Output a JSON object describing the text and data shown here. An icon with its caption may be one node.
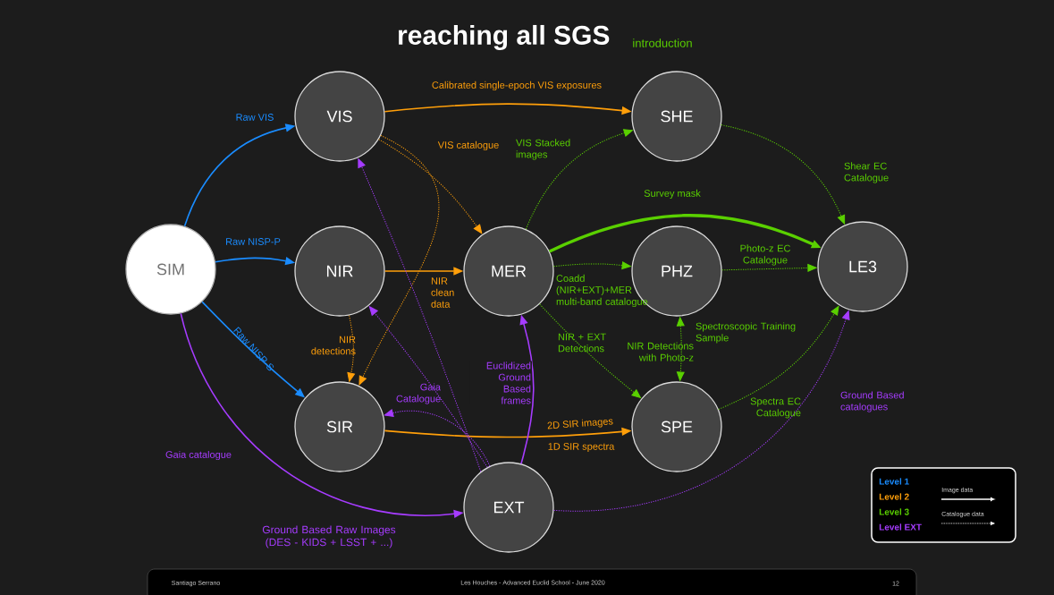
{
  "diagram": {
    "title": "reaching all SGS",
    "nodes": [
      {
        "text": [
          "SIM"
        ]
      },
      {
        "text": [
          "VIS"
        ]
      },
      {
        "text": [
          "NIR"
        ]
      },
      {
        "text": [
          "SIR"
        ]
      },
      {
        "text": [
          "MER"
        ]
      },
      {
        "text": [
          "SHE"
        ]
      },
      {
        "text": [
          "PHZ"
        ]
      },
      {
        "text": [
          "SPE"
        ]
      },
      {
        "text": [
          "LE3"
        ]
      },
      {
        "text": [
          "EXT"
        ]
      }
    ],
    "edges": [
      {
        "from": 0,
        "to": 1,
        "arrow": "to",
        "label": "Raw VIS",
        "color": "#1a8cff"
      },
      {
        "from": 0,
        "to": 2,
        "arrow": "to",
        "label": "Raw NISP-P",
        "color": "#1a8cff"
      },
      {
        "from": 0,
        "to": 3,
        "arrow": "to",
        "label": "Raw NISP-S",
        "color": "#1a8cff"
      },
      {
        "from": 0,
        "to": 9,
        "arrow": "to",
        "label": "Gaia catalogue",
        "color": "#a63cff"
      },
      {
        "from": 1,
        "to": 5,
        "arrow": "to",
        "label": "Calibrated single-epoch VIS exposures",
        "color": "#ff9f0a"
      },
      {
        "from": 1,
        "to": 4,
        "arrow": "to",
        "label": "VIS catalogue",
        "style": "dashed",
        "color": "#ff9f0a"
      },
      {
        "from": 1,
        "to": 3,
        "arrow": "to",
        "style": "dashed",
        "color": "#ff9f0a"
      },
      {
        "from": 2,
        "to": 4,
        "arrow": "to",
        "label": "NIR clean data",
        "color": "#ff9f0a"
      },
      {
        "from": 2,
        "to": 3,
        "arrow": "to",
        "label": "NIR detections",
        "style": "dashed",
        "color": "#ff9f0a"
      },
      {
        "from": 4,
        "to": 5,
        "arrow": "to",
        "label": "VIS Stacked images",
        "style": "dashed",
        "color": "#5ad000"
      },
      {
        "from": 4,
        "to": 8,
        "arrow": "to",
        "label": "Survey mask",
        "style": "thick",
        "color": "#5ad000"
      },
      {
        "from": 4,
        "to": 6,
        "arrow": "to",
        "label": "Coadd (NIR+EXT)+MER multi-band catalogue",
        "style": "dashed",
        "color": "#5ad000"
      },
      {
        "from": 4,
        "to": 7,
        "arrow": "to",
        "label": "NIR + EXT Detections",
        "style": "dashed",
        "color": "#5ad000"
      },
      {
        "from": 5,
        "to": 8,
        "arrow": "to",
        "label": "Shear EC Catalogue",
        "style": "dashed",
        "color": "#5ad000"
      },
      {
        "from": 6,
        "to": 8,
        "arrow": "to",
        "label": "Photo-z EC Catalogue",
        "style": "dashed",
        "color": "#5ad000"
      },
      {
        "from": 6,
        "to": 7,
        "arrow": "both",
        "label": "Spectroscopic Training Sample",
        "style": "dashed",
        "color": "#5ad000"
      },
      {
        "from": 7,
        "to": 8,
        "arrow": "to",
        "label": "Spectra EC Catalogue",
        "style": "dashed",
        "color": "#5ad000"
      },
      {
        "from": 3,
        "to": 7,
        "arrow": "to",
        "label": "2D SIR images",
        "color": "#ff9f0a"
      },
      {
        "from": 9,
        "to": 1,
        "arrow": "to",
        "style": "dashed",
        "color": "#a63cff"
      },
      {
        "from": 9,
        "to": 2,
        "arrow": "to",
        "style": "dashed",
        "color": "#a63cff"
      },
      {
        "from": 9,
        "to": 3,
        "arrow": "to",
        "label": "Gaia Catalogue",
        "style": "dashed",
        "color": "#a63cff"
      },
      {
        "from": 9,
        "to": 4,
        "arrow": "to",
        "label": "Euclidized Ground Based frames",
        "color": "#a63cff"
      },
      {
        "from": 9,
        "to": 8,
        "arrow": "to",
        "label": "Ground Based catalogues",
        "style": "dashed",
        "color": "#a63cff"
      }
    ],
    "labels": [
      "introduction",
      "NIR Detections with Photo-z",
      "1D SIR spectra",
      "Ground Based Raw Images (DES - KIDS + LSST + ...)",
      "Santiago Serrano",
      "Les Houches - Advanced Euclid School - June 2020",
      "12"
    ],
    "legend": [
      {
        "text": "Level 1",
        "color": "#1a8cff"
      },
      {
        "text": "Level 2",
        "color": "#ff9f0a"
      },
      {
        "text": "Level 3",
        "color": "#5ad000"
      },
      {
        "text": "Level EXT",
        "color": "#a63cff"
      },
      {
        "text": "Image data"
      },
      {
        "text": "Catalogue data"
      }
    ]
  }
}
